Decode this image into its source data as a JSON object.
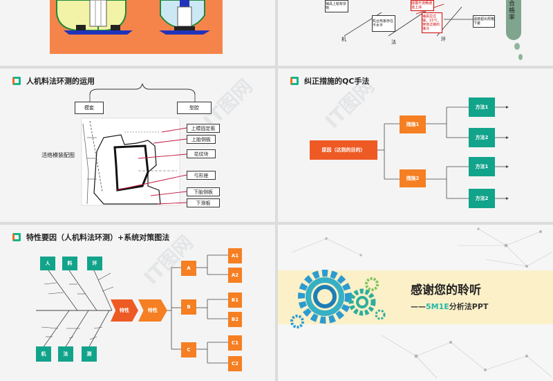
{
  "slide1": {},
  "slide2": {
    "notes": [
      "铺具上粘有杂物",
      "底模不流畅通道上涂",
      "机台热板存在不水平",
      "铺具拉过输、15℃、架体过链的接冷",
      "温度超出规格下差"
    ],
    "letters": [
      "机",
      "法",
      "环"
    ],
    "side_text": "合格率"
  },
  "slide3": {
    "title": "人机料法环测的运用",
    "label_left": "模套",
    "label_right": "型腔",
    "side_label": "活络模装配图",
    "parts": [
      "上模固定板",
      "上胎侧板",
      "花纹块",
      "弓形座",
      "下胎侧板",
      "下滑板"
    ]
  },
  "slide4": {
    "title": "纠正措施的QC手法",
    "cause": "原因（达到的目的）",
    "measures": [
      "措施1",
      "措施2"
    ],
    "methods": [
      "方法1",
      "方法2",
      "方法1",
      "方法2"
    ]
  },
  "slide5": {
    "title": "特性要因（人机料法环测）+系统对策图法",
    "top_cats": [
      "人",
      "料",
      "环"
    ],
    "bottom_cats": [
      "机",
      "法",
      "测"
    ],
    "characteristic": "特性",
    "groups": [
      "A",
      "B",
      "C"
    ],
    "leaves": [
      "A1",
      "A2",
      "B1",
      "B2",
      "C1",
      "C2"
    ]
  },
  "slide6": {
    "title": "感谢您的聆听",
    "subtitle_prefix": "——",
    "subtitle_brand": "5M1E",
    "subtitle_suffix": "分析法PPT"
  },
  "watermark": "IT图网",
  "colors": {
    "orange": "#f57f22",
    "teal": "#12a38b",
    "title_mark_green": "#17b48b",
    "brand_teal": "#22b8a6"
  }
}
